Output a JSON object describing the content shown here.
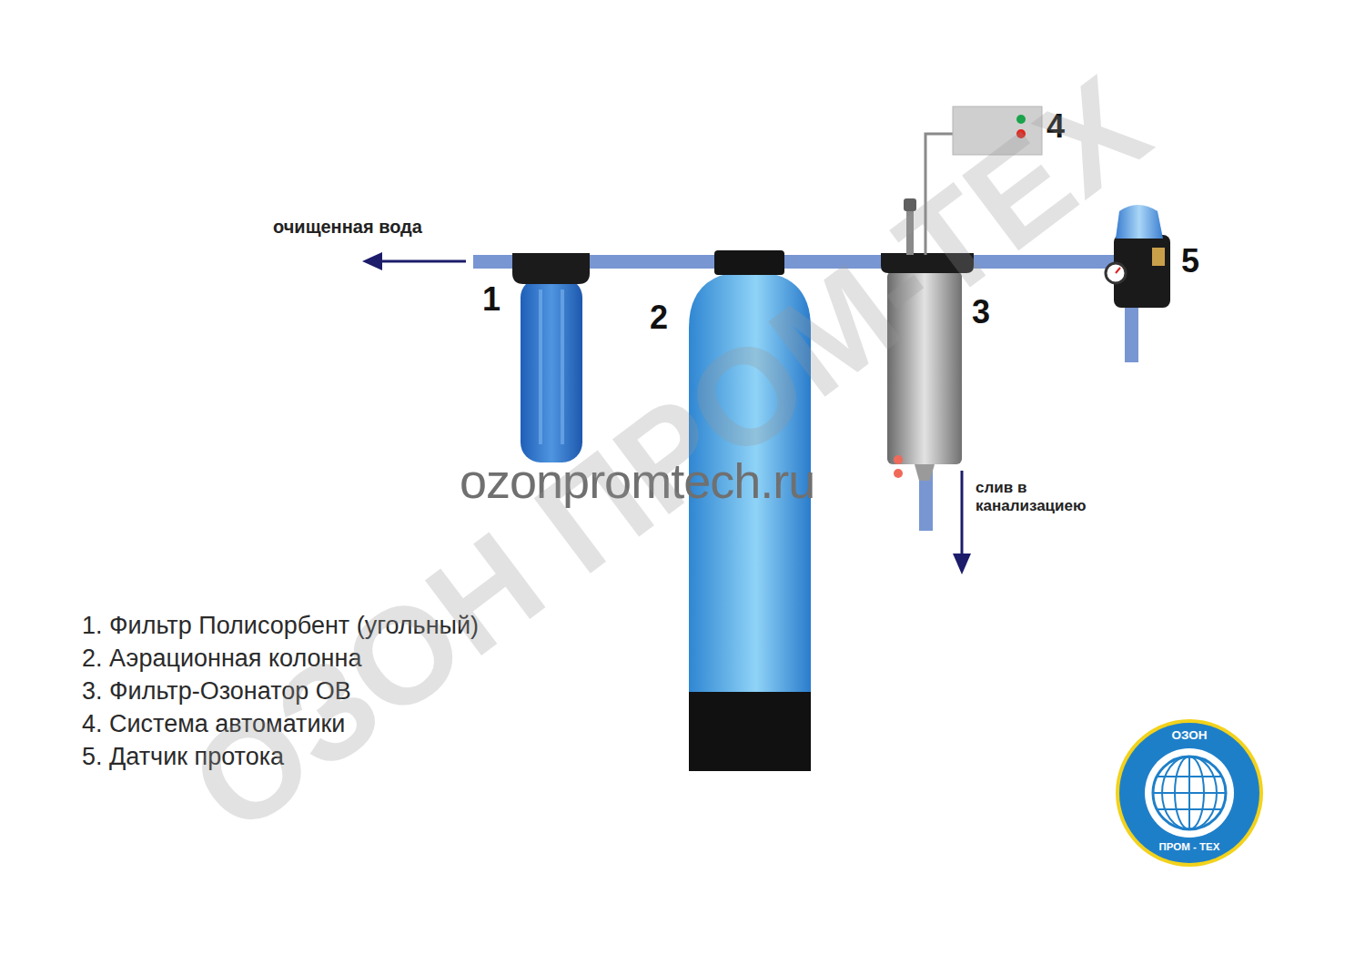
{
  "diagram": {
    "nodes": [
      {
        "text": [
          "ОЗОН",
          "ПРОМ - ТЕХ"
        ]
      }
    ],
    "labels": [
      "очищенная вода",
      "1",
      "2",
      "3",
      "4",
      "5",
      "ozonpromtech.ru",
      "слив в канализациею",
      "1. Фильтр Полисорбент (угольный)",
      "2. Аэрационная колонна",
      "3. Фильтр-Озонатор ОВ",
      "4. Система автоматики",
      "5. Датчик протока",
      "ОЗОН ПРОМ-ТЕХ"
    ]
  }
}
